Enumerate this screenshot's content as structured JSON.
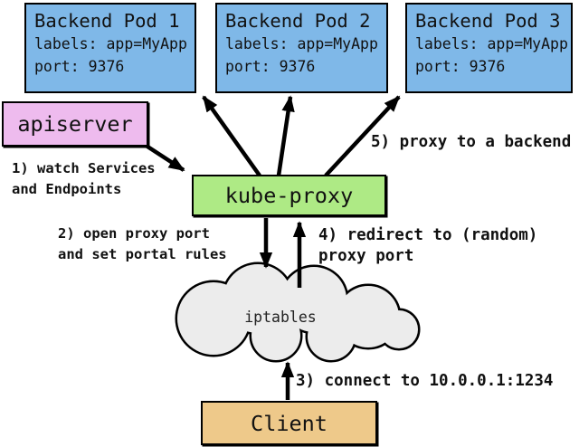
{
  "colors": {
    "pod_fill": "#7fb8e8",
    "apiserver_fill": "#eebbee",
    "kube_proxy_fill": "#aeea85",
    "client_fill": "#eec98a",
    "cloud_fill": "#ececec",
    "line": "#000000"
  },
  "pods": [
    {
      "title": "Backend Pod 1",
      "labels": "labels: app=MyApp",
      "port": "port: 9376"
    },
    {
      "title": "Backend Pod 2",
      "labels": "labels: app=MyApp",
      "port": "port: 9376"
    },
    {
      "title": "Backend Pod 3",
      "labels": "labels: app=MyApp",
      "port": "port: 9376"
    }
  ],
  "apiserver": {
    "label": "apiserver"
  },
  "kube_proxy": {
    "label": "kube-proxy"
  },
  "cloud": {
    "label": "iptables"
  },
  "client": {
    "label": "Client"
  },
  "steps": {
    "s1": {
      "lines": [
        "1) watch Services",
        "and Endpoints"
      ]
    },
    "s2": {
      "lines": [
        "2) open proxy port",
        "and set portal rules"
      ]
    },
    "s3": {
      "lines": [
        "3) connect to 10.0.0.1:1234"
      ]
    },
    "s4": {
      "lines": [
        "4) redirect to (random)",
        "proxy port"
      ]
    },
    "s5": {
      "lines": [
        "5) proxy to a backend"
      ]
    }
  }
}
